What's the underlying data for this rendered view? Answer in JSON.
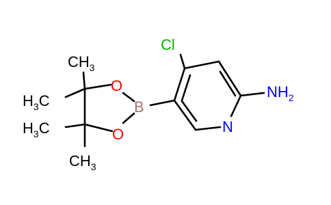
{
  "molecule": {
    "atoms": {
      "cl": {
        "text": "Cl",
        "color": "#00b400"
      },
      "nh2": {
        "main": "NH",
        "sub": "2",
        "color": "#0000ff"
      },
      "ring_n": {
        "text": "N",
        "color": "#0000ff"
      },
      "boron": {
        "text": "B",
        "color": "#b07070"
      },
      "o_top": {
        "text": "O",
        "color": "#ff0000"
      },
      "o_bottom": {
        "text": "O",
        "color": "#ff0000"
      },
      "methyl_top": {
        "main": "CH",
        "sub": "3",
        "color": "#000000"
      },
      "methyl_upper_left": {
        "main": "H",
        "sub": "3",
        "tail": "C",
        "color": "#000000"
      },
      "methyl_lower_left": {
        "main": "H",
        "sub": "3",
        "tail": "C",
        "color": "#000000"
      },
      "methyl_bottom": {
        "main": "CH",
        "sub": "3",
        "color": "#000000"
      }
    }
  }
}
